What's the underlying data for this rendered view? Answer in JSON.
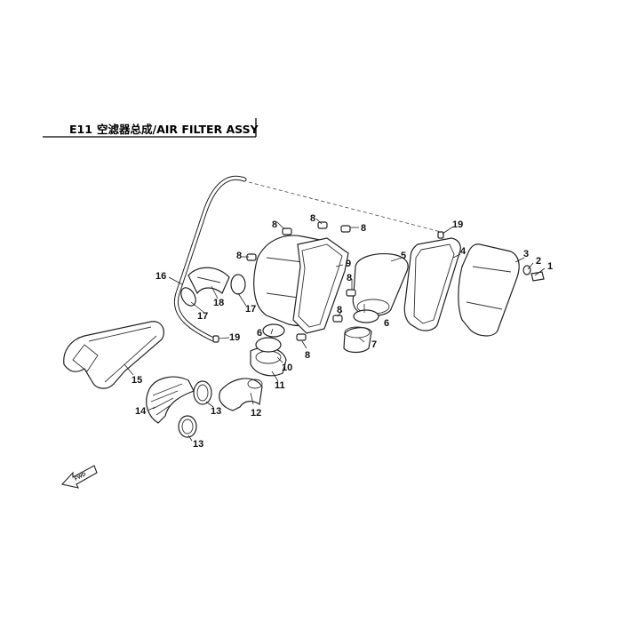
{
  "header": {
    "code": "E11",
    "title": "空滤器总成/AIR FILTER ASSY"
  },
  "callouts": {
    "c1": "1",
    "c2": "2",
    "c3": "3",
    "c4": "4",
    "c5": "5",
    "c6a": "6",
    "c6b": "6",
    "c7": "7",
    "c8a": "8",
    "c8b": "8",
    "c8c": "8",
    "c8d": "8",
    "c8e": "8",
    "c8f": "8",
    "c8g": "8",
    "c9": "9",
    "c10": "10",
    "c11": "11",
    "c12": "12",
    "c13a": "13",
    "c13b": "13",
    "c14": "14",
    "c15": "15",
    "c16": "16",
    "c17a": "17",
    "c17b": "17",
    "c18": "18",
    "c19a": "19",
    "c19b": "19"
  },
  "fwd_label": "FWD"
}
